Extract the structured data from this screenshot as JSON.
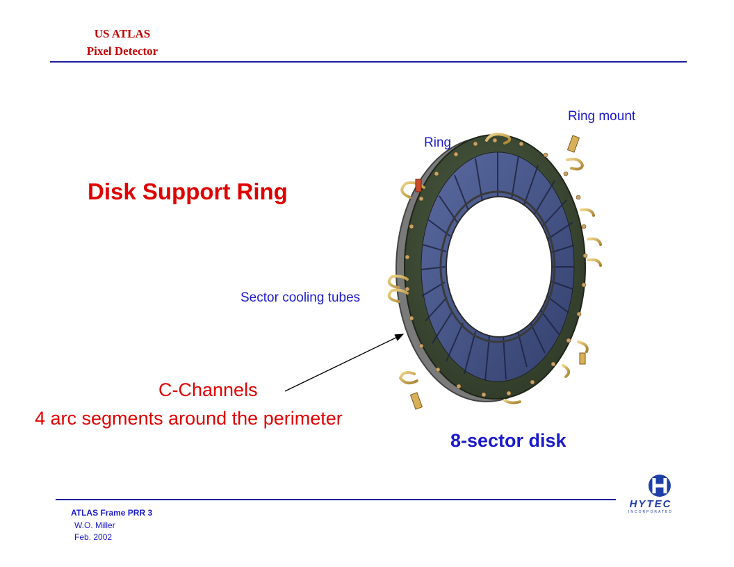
{
  "header": {
    "line1": "US ATLAS",
    "line2": "Pixel Detector"
  },
  "main": {
    "title": "Disk Support Ring",
    "labels": {
      "ring_mount": "Ring mount",
      "ring": "Ring",
      "cooling": "Sector cooling tubes",
      "cchannels": "C-Channels",
      "arc": "4 arc segments around the perimeter",
      "disk": "8-sector disk"
    }
  },
  "footer": {
    "line1": "ATLAS Frame PRR 3",
    "line2": "W.O. Miller",
    "line3": "Feb. 2002",
    "logo_text": "HYTEC",
    "logo_sub": "INCORPORATED"
  },
  "colors": {
    "header_red": "#c00000",
    "title_red": "#e00000",
    "label_blue": "#1a1acc",
    "rule_blue": "#1c1c9c",
    "ring_green": "#3c4a33"
  }
}
